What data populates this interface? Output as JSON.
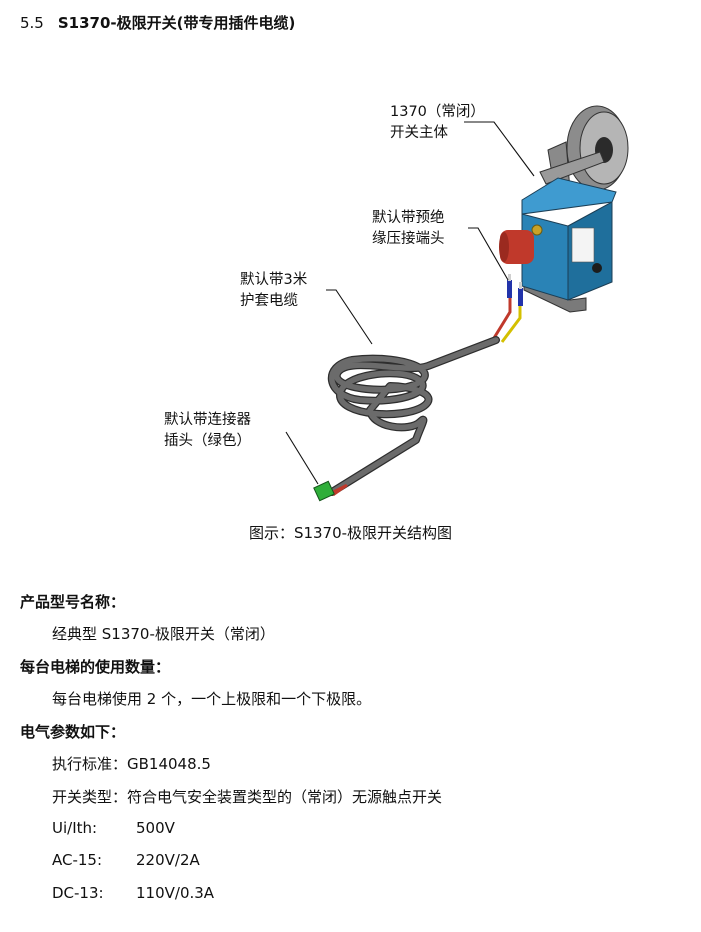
{
  "section": {
    "number": "5.5",
    "title": "S1370-极限开关(带专用插件电缆)"
  },
  "figure": {
    "labels": {
      "main_body": [
        "1370（常闭）",
        "开关主体"
      ],
      "terminals": [
        "默认带预绝",
        "缘压接端头"
      ],
      "cable": [
        "默认带3米",
        "护套电缆"
      ],
      "connector": [
        "默认带连接器",
        "插头（绿色）"
      ]
    },
    "caption": "图示：S1370-极限开关结构图",
    "colors": {
      "switch_body": "#2a83b6",
      "roller": "#5a5a5a",
      "red_cap": "#c0392b",
      "cable": "#6b6b6b",
      "connector": "#2fae3a",
      "terminal_blue": "#2233aa"
    }
  },
  "model": {
    "heading": "产品型号名称：",
    "value": "经典型 S1370-极限开关（常闭）"
  },
  "quantity": {
    "heading": "每台电梯的使用数量：",
    "value": "每台电梯使用 2 个，一个上极限和一个下极限。"
  },
  "electrical": {
    "heading": "电气参数如下：",
    "standard": "执行标准：GB14048.5",
    "switch_type": "开关类型：符合电气安全装置类型的（常闭）无源触点开关",
    "params": [
      {
        "label": "Ui/Ith:",
        "value": "500V"
      },
      {
        "label": "AC-15:",
        "value": "220V/2A"
      },
      {
        "label": "DC-13:",
        "value": "110V/0.3A"
      }
    ]
  }
}
